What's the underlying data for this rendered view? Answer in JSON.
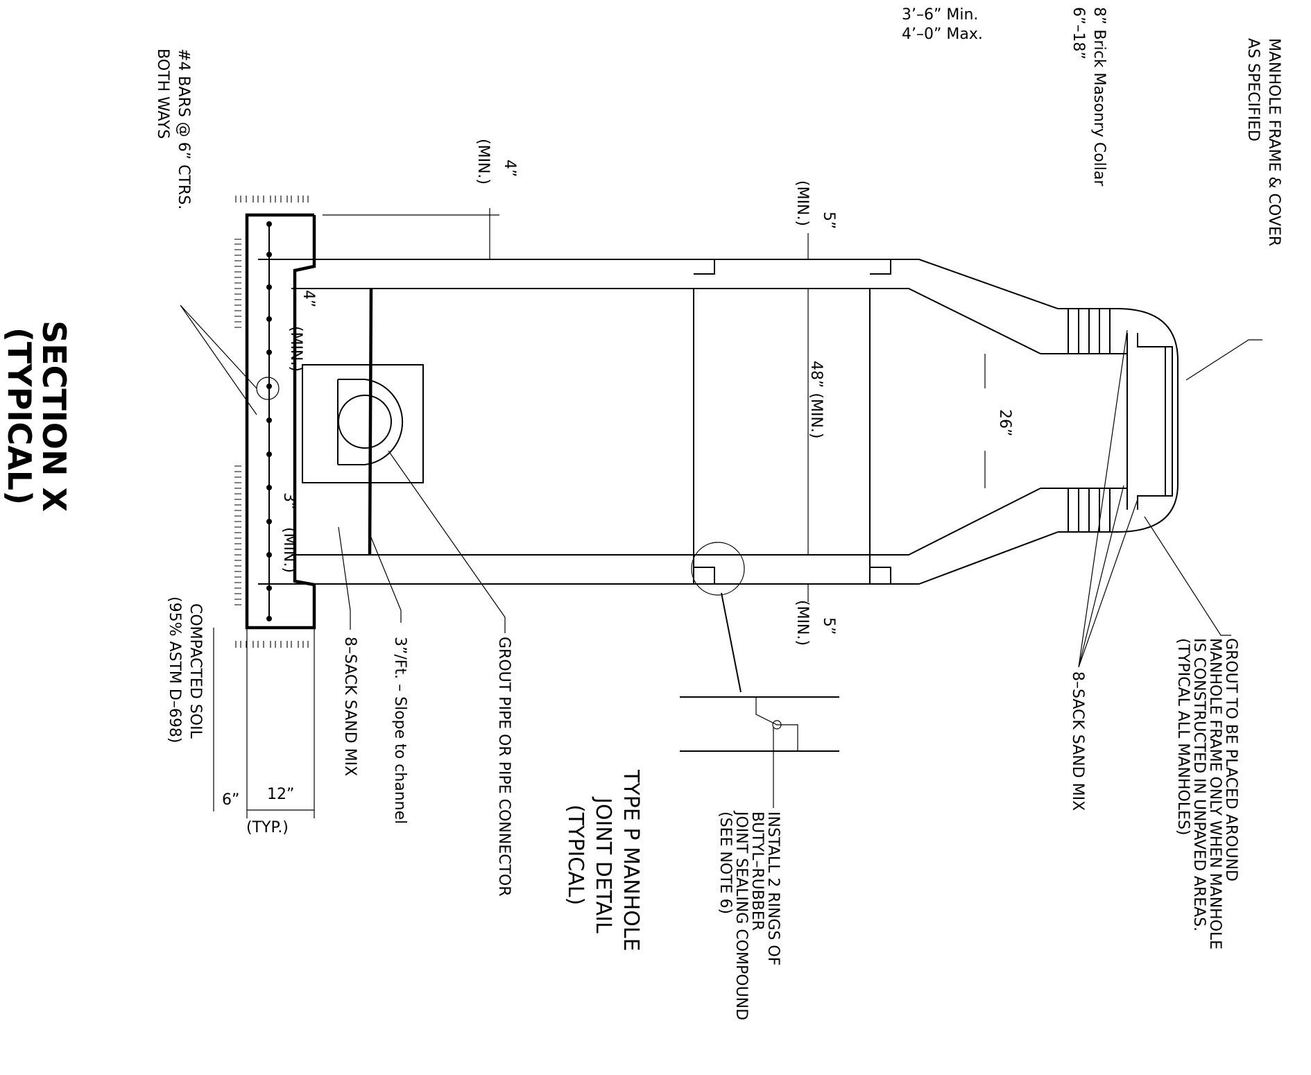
{
  "diagram": {
    "section_title": "SECTION X",
    "section_subtitle": "(TYPICAL)",
    "joint_detail_title": "TYPE P MANHOLE",
    "joint_detail_subtitle": "JOINT DETAIL",
    "joint_detail_note": "(TYPICAL)",
    "top_dims": {
      "min": "3’–6”  Min.",
      "max": "4’–0”  Max."
    },
    "collar": {
      "top": "8” Brick Masonry Collar",
      "bottom": "6”–18”"
    },
    "frame_label": [
      "MANHOLE FRAME & COVER",
      "AS SPECIFIED"
    ],
    "opening_dim": "26”",
    "inside_diameter": "48” (MIN.)",
    "wall_top": {
      "value": "5”",
      "note": "(MIN.)"
    },
    "wall_bottom": {
      "value": "5”",
      "note": "(MIN.)"
    },
    "slab_top": {
      "value": "4”",
      "note": "(MIN.)"
    },
    "base_offset_1": {
      "value": "4”",
      "note": "(MIN.)"
    },
    "base_offset_2": {
      "value": "3”",
      "note": "(MIN.)"
    },
    "bars_label": [
      "#4 BARS @ 6” CTRS.",
      "BOTH WAYS"
    ],
    "soil_label": [
      "COMPACTED SOIL",
      "(95% ASTM D–698)"
    ],
    "footing_dims": {
      "depth": "6”",
      "width": "12”",
      "note": "(TYP.)"
    },
    "callouts": {
      "sand_mix_base": "8–SACK SAND MIX",
      "slope": "3”/Ft. – Slope to channel",
      "grout_pipe": "GROUT PIPE OR PIPE CONNECTOR",
      "sand_mix_top": "8–SACK SAND MIX",
      "grout_frame": [
        "GROUT TO BE PLACED AROUND",
        "MANHOLE FRAME ONLY WHEN MANHOLE",
        "IS CONSTRUCTED IN UNPAVED AREAS.",
        "(TYPICAL ALL MANHOLES)"
      ],
      "joint_rings": [
        "INSTALL 2 RINGS OF",
        "BUTYL–RUBBER",
        "JOINT SEALING COMPOUND",
        "(SEE NOTE 6)"
      ]
    }
  }
}
